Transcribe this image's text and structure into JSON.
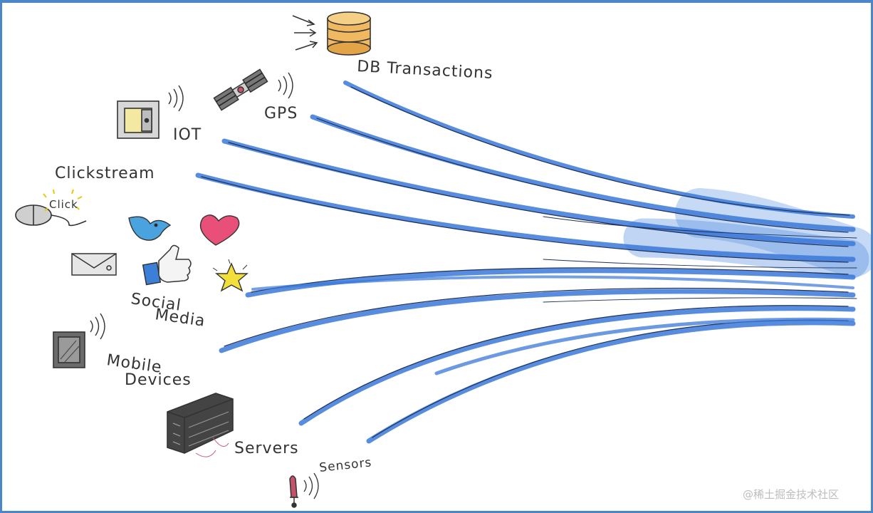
{
  "sources": {
    "db": "DB Transactions",
    "gps": "GPS",
    "iot": "IOT",
    "clickstream": "Clickstream",
    "click_bubble": "Click",
    "social_line1": "Social",
    "social_line2": "Media",
    "mobile_line1": "Mobile",
    "mobile_line2": "Devices",
    "servers": "Servers",
    "sensors": "Sensors"
  },
  "watermark": "@稀土掘金技术社区",
  "colors": {
    "frame": "#4a86c8",
    "stream": "#3a78d8",
    "stroke": "#333333"
  },
  "icons": [
    "database-icon",
    "satellite-icon",
    "safe-icon",
    "mouse-icon",
    "bird-icon",
    "heart-icon",
    "envelope-icon",
    "thumbs-up-icon",
    "star-icon",
    "tablet-icon",
    "server-rack-icon",
    "sensor-icon"
  ]
}
